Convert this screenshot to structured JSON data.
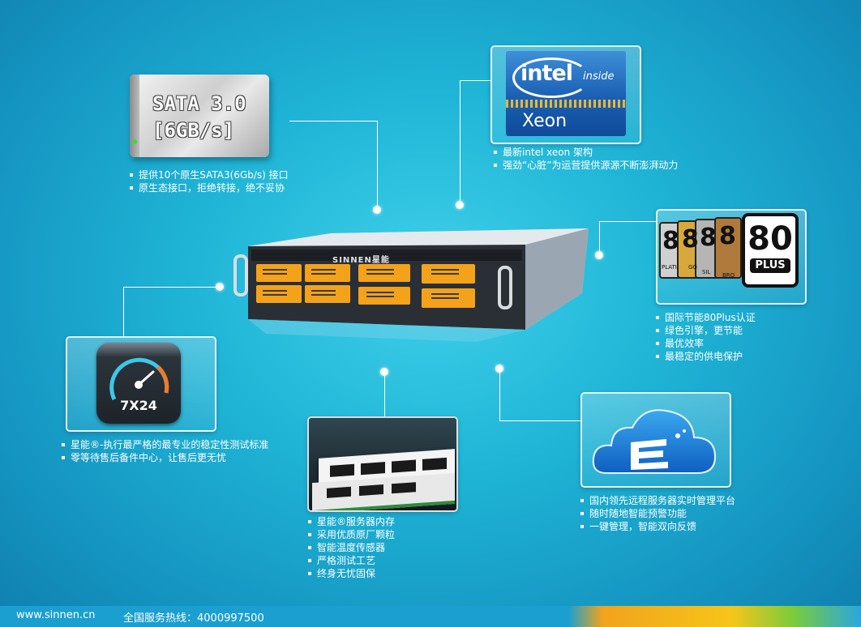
{
  "sata": {
    "badge_line1": "SATA 3.0",
    "badge_line2": "[6GB/s]",
    "bullets": [
      "提供10个原生SATA3(6Gb/s) 接口",
      "原生态接口，拒绝转接，绝不妥协"
    ]
  },
  "intel": {
    "logo": "intel",
    "inside": "inside",
    "xeon": "Xeon",
    "bullets": [
      "最新intel xeon 架构",
      "强劲“心脏”为运营提供源源不断澎湃动力"
    ]
  },
  "plus80": {
    "big_number": "80",
    "big_label": "PLUS",
    "small_badges": [
      {
        "digit": "8",
        "label": "PLATI",
        "color": "#c8c8c8"
      },
      {
        "digit": "8",
        "label": "GO",
        "color": "#d8a93a"
      },
      {
        "digit": "8",
        "label": "SIL",
        "color": "#b0b0b0"
      },
      {
        "digit": "8",
        "label": "BRO",
        "color": "#b07a3c"
      }
    ],
    "bullets": [
      "国际节能80Plus认证",
      "绿色引擎，更节能",
      "最优效率",
      "最稳定的供电保护"
    ]
  },
  "server": {
    "brand": "SINNEN星能",
    "bays": 8
  },
  "testing": {
    "gauge_label": "7X24",
    "bullets": [
      "星能®-执行最严格的最专业的稳定性测试标准",
      "零等待售后备件中心，让售后更无忧"
    ]
  },
  "memory": {
    "bullets": [
      "星能®服务器内存",
      "采用优质原厂颗粒",
      "智能温度传感器",
      "严格测试工艺",
      "终身无忧固保"
    ]
  },
  "cloud": {
    "bullets": [
      "国内领先远程服务器实时管理平台",
      "随时随地智能预警功能",
      "一键管理，智能双向反馈"
    ]
  },
  "footer": {
    "url": "www.sinnen.cn",
    "hotline": "全国服务热线：4000997500"
  }
}
